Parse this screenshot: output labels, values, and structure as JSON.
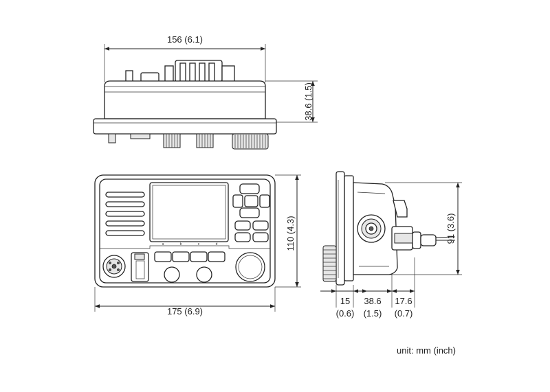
{
  "dimensions": {
    "top_width": "156 (6.1)",
    "top_height": "38.6 (1.5)",
    "front_width": "175 (6.9)",
    "front_height": "110 (4.3)",
    "side_height": "91 (3.6)",
    "side_depth_front": "15",
    "side_depth_front_inch": "(0.6)",
    "side_depth_body": "38.6",
    "side_depth_body_inch": "(1.5)",
    "side_depth_rear": "17.6",
    "side_depth_rear_inch": "(0.7)"
  },
  "unit_note": "unit: mm (inch)",
  "soft_keys": [
    "a",
    "b",
    "c",
    "d"
  ]
}
